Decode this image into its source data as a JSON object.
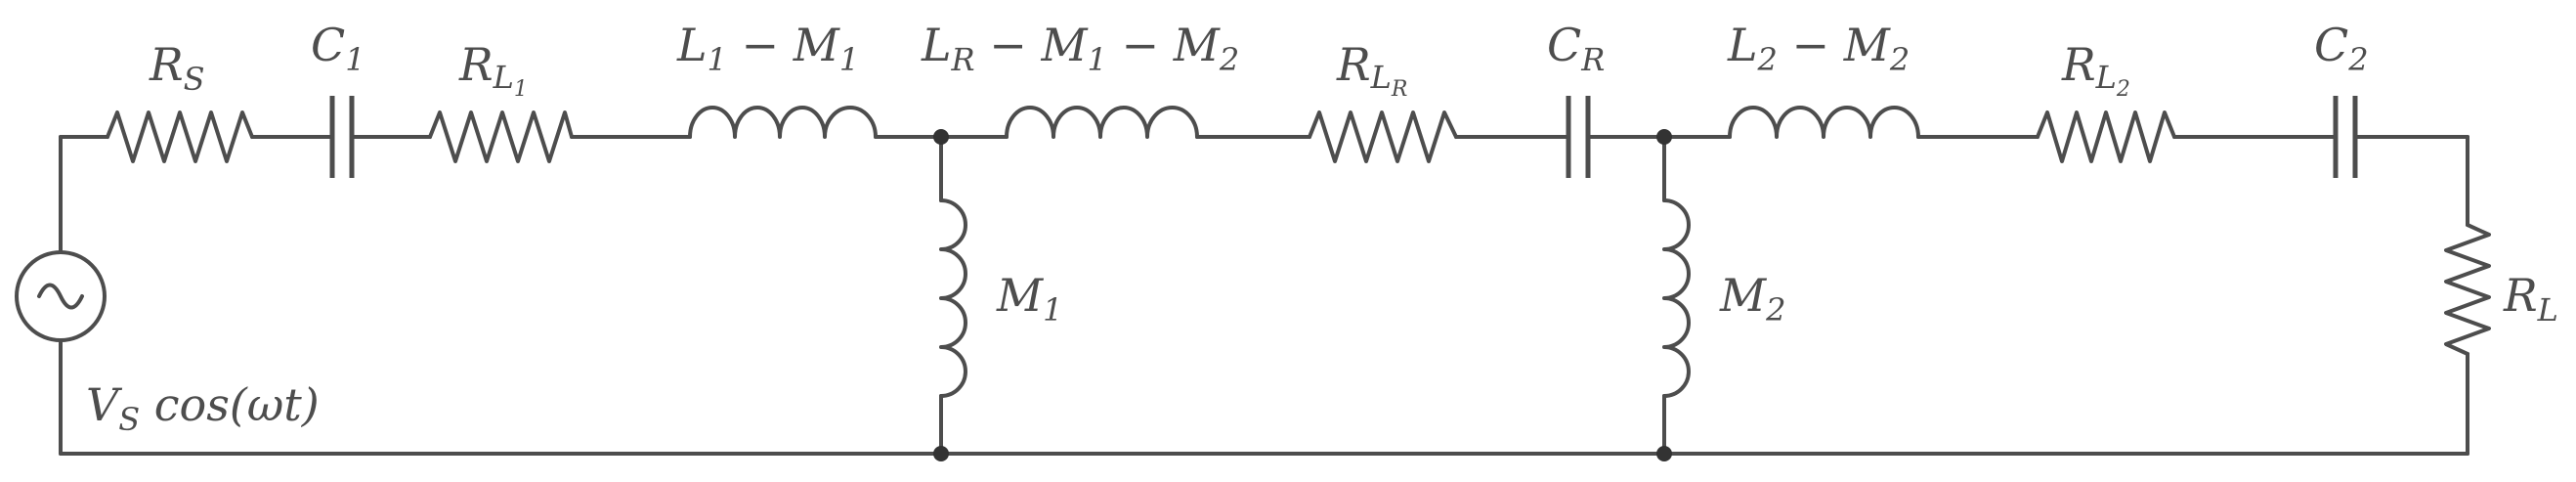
{
  "labels": {
    "rs": {
      "main": "R",
      "sub": "S"
    },
    "c1": {
      "main": "C",
      "sub": "1"
    },
    "rl1": {
      "main": "R",
      "sub": "L",
      "subsub": "1"
    },
    "l1m1": {
      "a": "L",
      "a_sub": "1",
      "mid": " − ",
      "b": "M",
      "b_sub": "1"
    },
    "lrm": {
      "a": "L",
      "a_sub": "R",
      "mid1": " − ",
      "b": "M",
      "b_sub": "1",
      "mid2": " − ",
      "c": "M",
      "c_sub": "2"
    },
    "rlr": {
      "main": "R",
      "sub": "L",
      "subsub": "R"
    },
    "cr": {
      "main": "C",
      "sub": "R"
    },
    "l2m2": {
      "a": "L",
      "a_sub": "2",
      "mid": " − ",
      "b": "M",
      "b_sub": "2"
    },
    "rl2": {
      "main": "R",
      "sub": "L",
      "subsub": "2"
    },
    "c2": {
      "main": "C",
      "sub": "2"
    },
    "m1": {
      "main": "M",
      "sub": "1"
    },
    "m2": {
      "main": "M",
      "sub": "2"
    },
    "rl": {
      "main": "R",
      "sub": "L"
    },
    "vs": {
      "main": "V",
      "sub": "S",
      "rest": " cos(ωt)"
    }
  },
  "colors": {
    "wire": "#4d4d4d",
    "node": "#333333"
  }
}
